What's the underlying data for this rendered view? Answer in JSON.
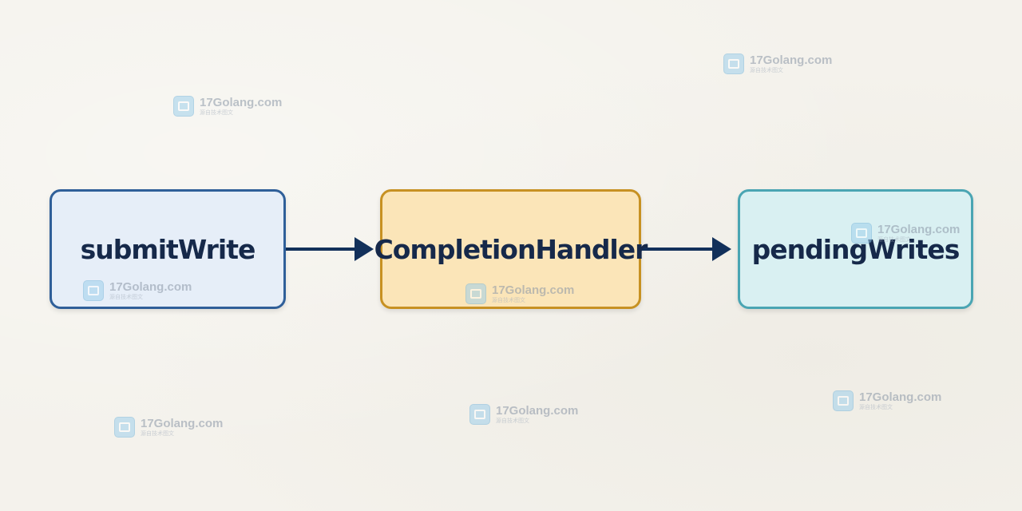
{
  "diagram": {
    "nodes": [
      {
        "label": "submitWrite",
        "fill": "#e6eef8",
        "border": "#2f5f99"
      },
      {
        "label": "CompletionHandler",
        "fill": "#fbe5b8",
        "border": "#c79122"
      },
      {
        "label": "pendingWrites",
        "fill": "#d9f0f2",
        "border": "#4aa5b3"
      }
    ],
    "edges": [
      {
        "from": "submitWrite",
        "to": "CompletionHandler"
      },
      {
        "from": "CompletionHandler",
        "to": "pendingWrites"
      }
    ],
    "edge_color": "#12305a",
    "background": "#f4f2ec"
  },
  "watermark": {
    "text": "17Golang.com",
    "subtext": "源自技术图文",
    "icon": "17golang-logo-icon"
  }
}
